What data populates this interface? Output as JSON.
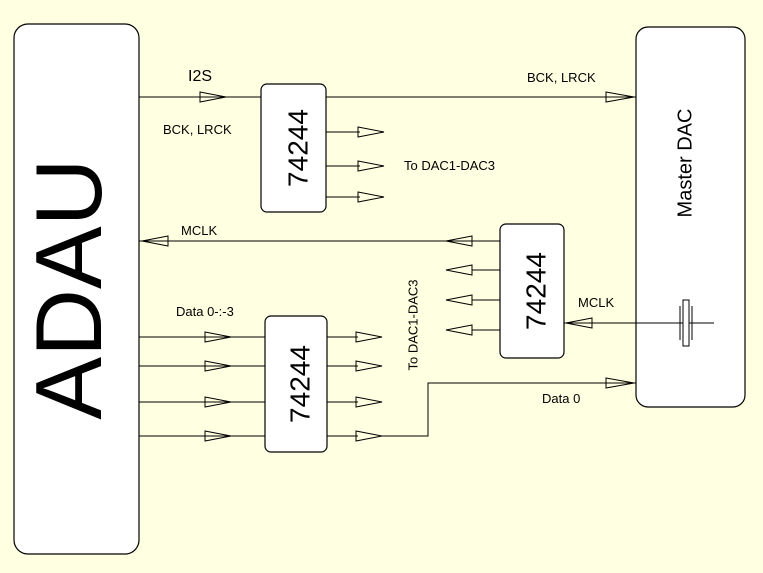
{
  "colors": {
    "background": "#ffffe1",
    "box_fill": "#ffffff",
    "line": "#000000"
  },
  "blocks": {
    "adau": "ADAU",
    "master_dac": "Master DAC",
    "buffer_top": "74244",
    "buffer_mid": "74244",
    "buffer_bottom": "74244"
  },
  "labels": {
    "i2s": "I2S",
    "bck_lrck_out": "BCK, LRCK",
    "bck_lrck_in": "BCK, LRCK",
    "to_dac_top": "To DAC1-DAC3",
    "mclk_out": "MCLK",
    "mclk_in": "MCLK",
    "to_dac_mid": "To DAC1-DAC3",
    "data_bus": "Data 0-:-3",
    "data0": "Data 0"
  }
}
